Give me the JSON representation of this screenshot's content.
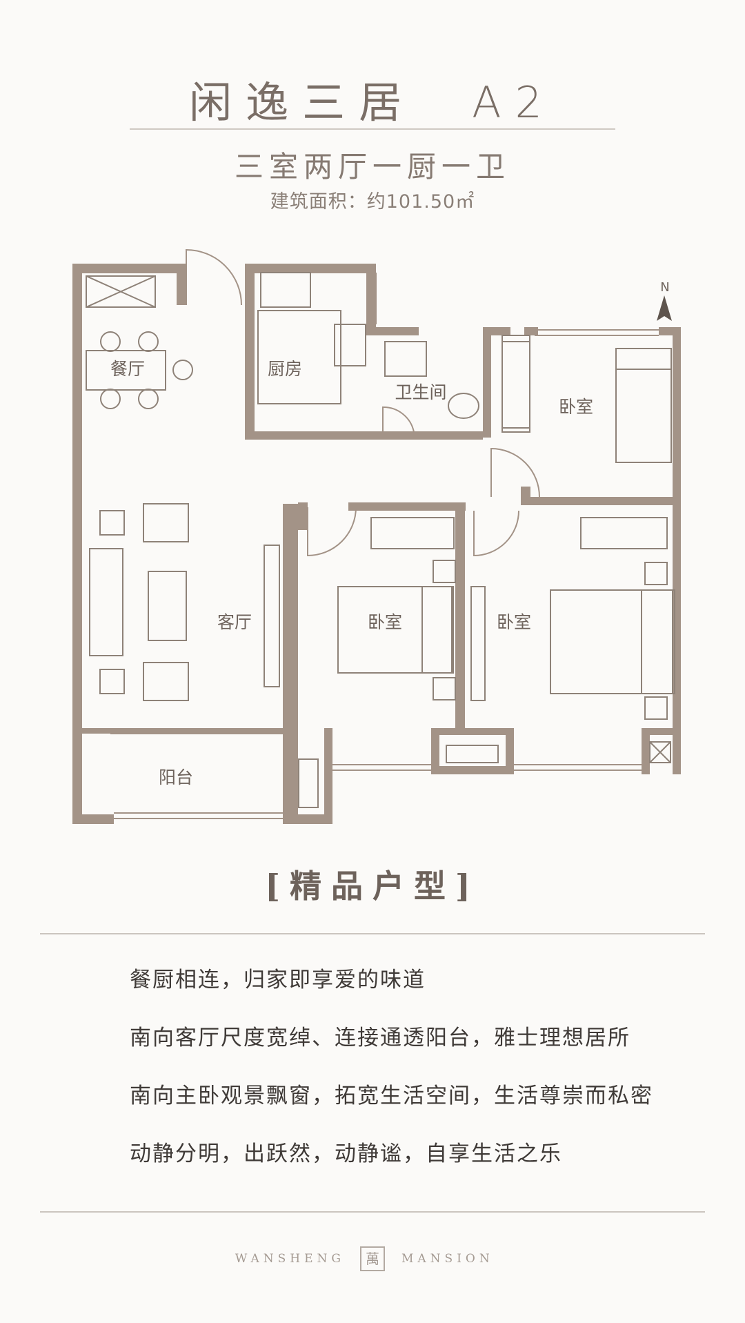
{
  "header": {
    "title": "闲逸三居　A2",
    "layout": "三室两厅一厨一卫",
    "area": "建筑面积：约101.50㎡"
  },
  "floorplan": {
    "compass": "N",
    "rooms": {
      "dining": "餐厅",
      "kitchen": "厨房",
      "bathroom": "卫生间",
      "bedroom_ne": "卧室",
      "living": "客厅",
      "bedroom_mid": "卧室",
      "bedroom_se": "卧室",
      "balcony": "阳台"
    }
  },
  "tag": "[精品户型]",
  "features": [
    "餐厨相连，归家即享爱的味道",
    "南向客厅尺度宽绰、连接通透阳台，雅士理想居所",
    "南向主卧观景飘窗，拓宽生活空间，生活尊崇而私密",
    "动静分明，出跃然，动静谧，自享生活之乐"
  ],
  "footer": {
    "left": "WANSHENG",
    "logo": "萬",
    "right": "MANSION"
  },
  "colors": {
    "wall": "#a39387",
    "furniture": "#8e8278",
    "background": "#fbfaf8"
  }
}
